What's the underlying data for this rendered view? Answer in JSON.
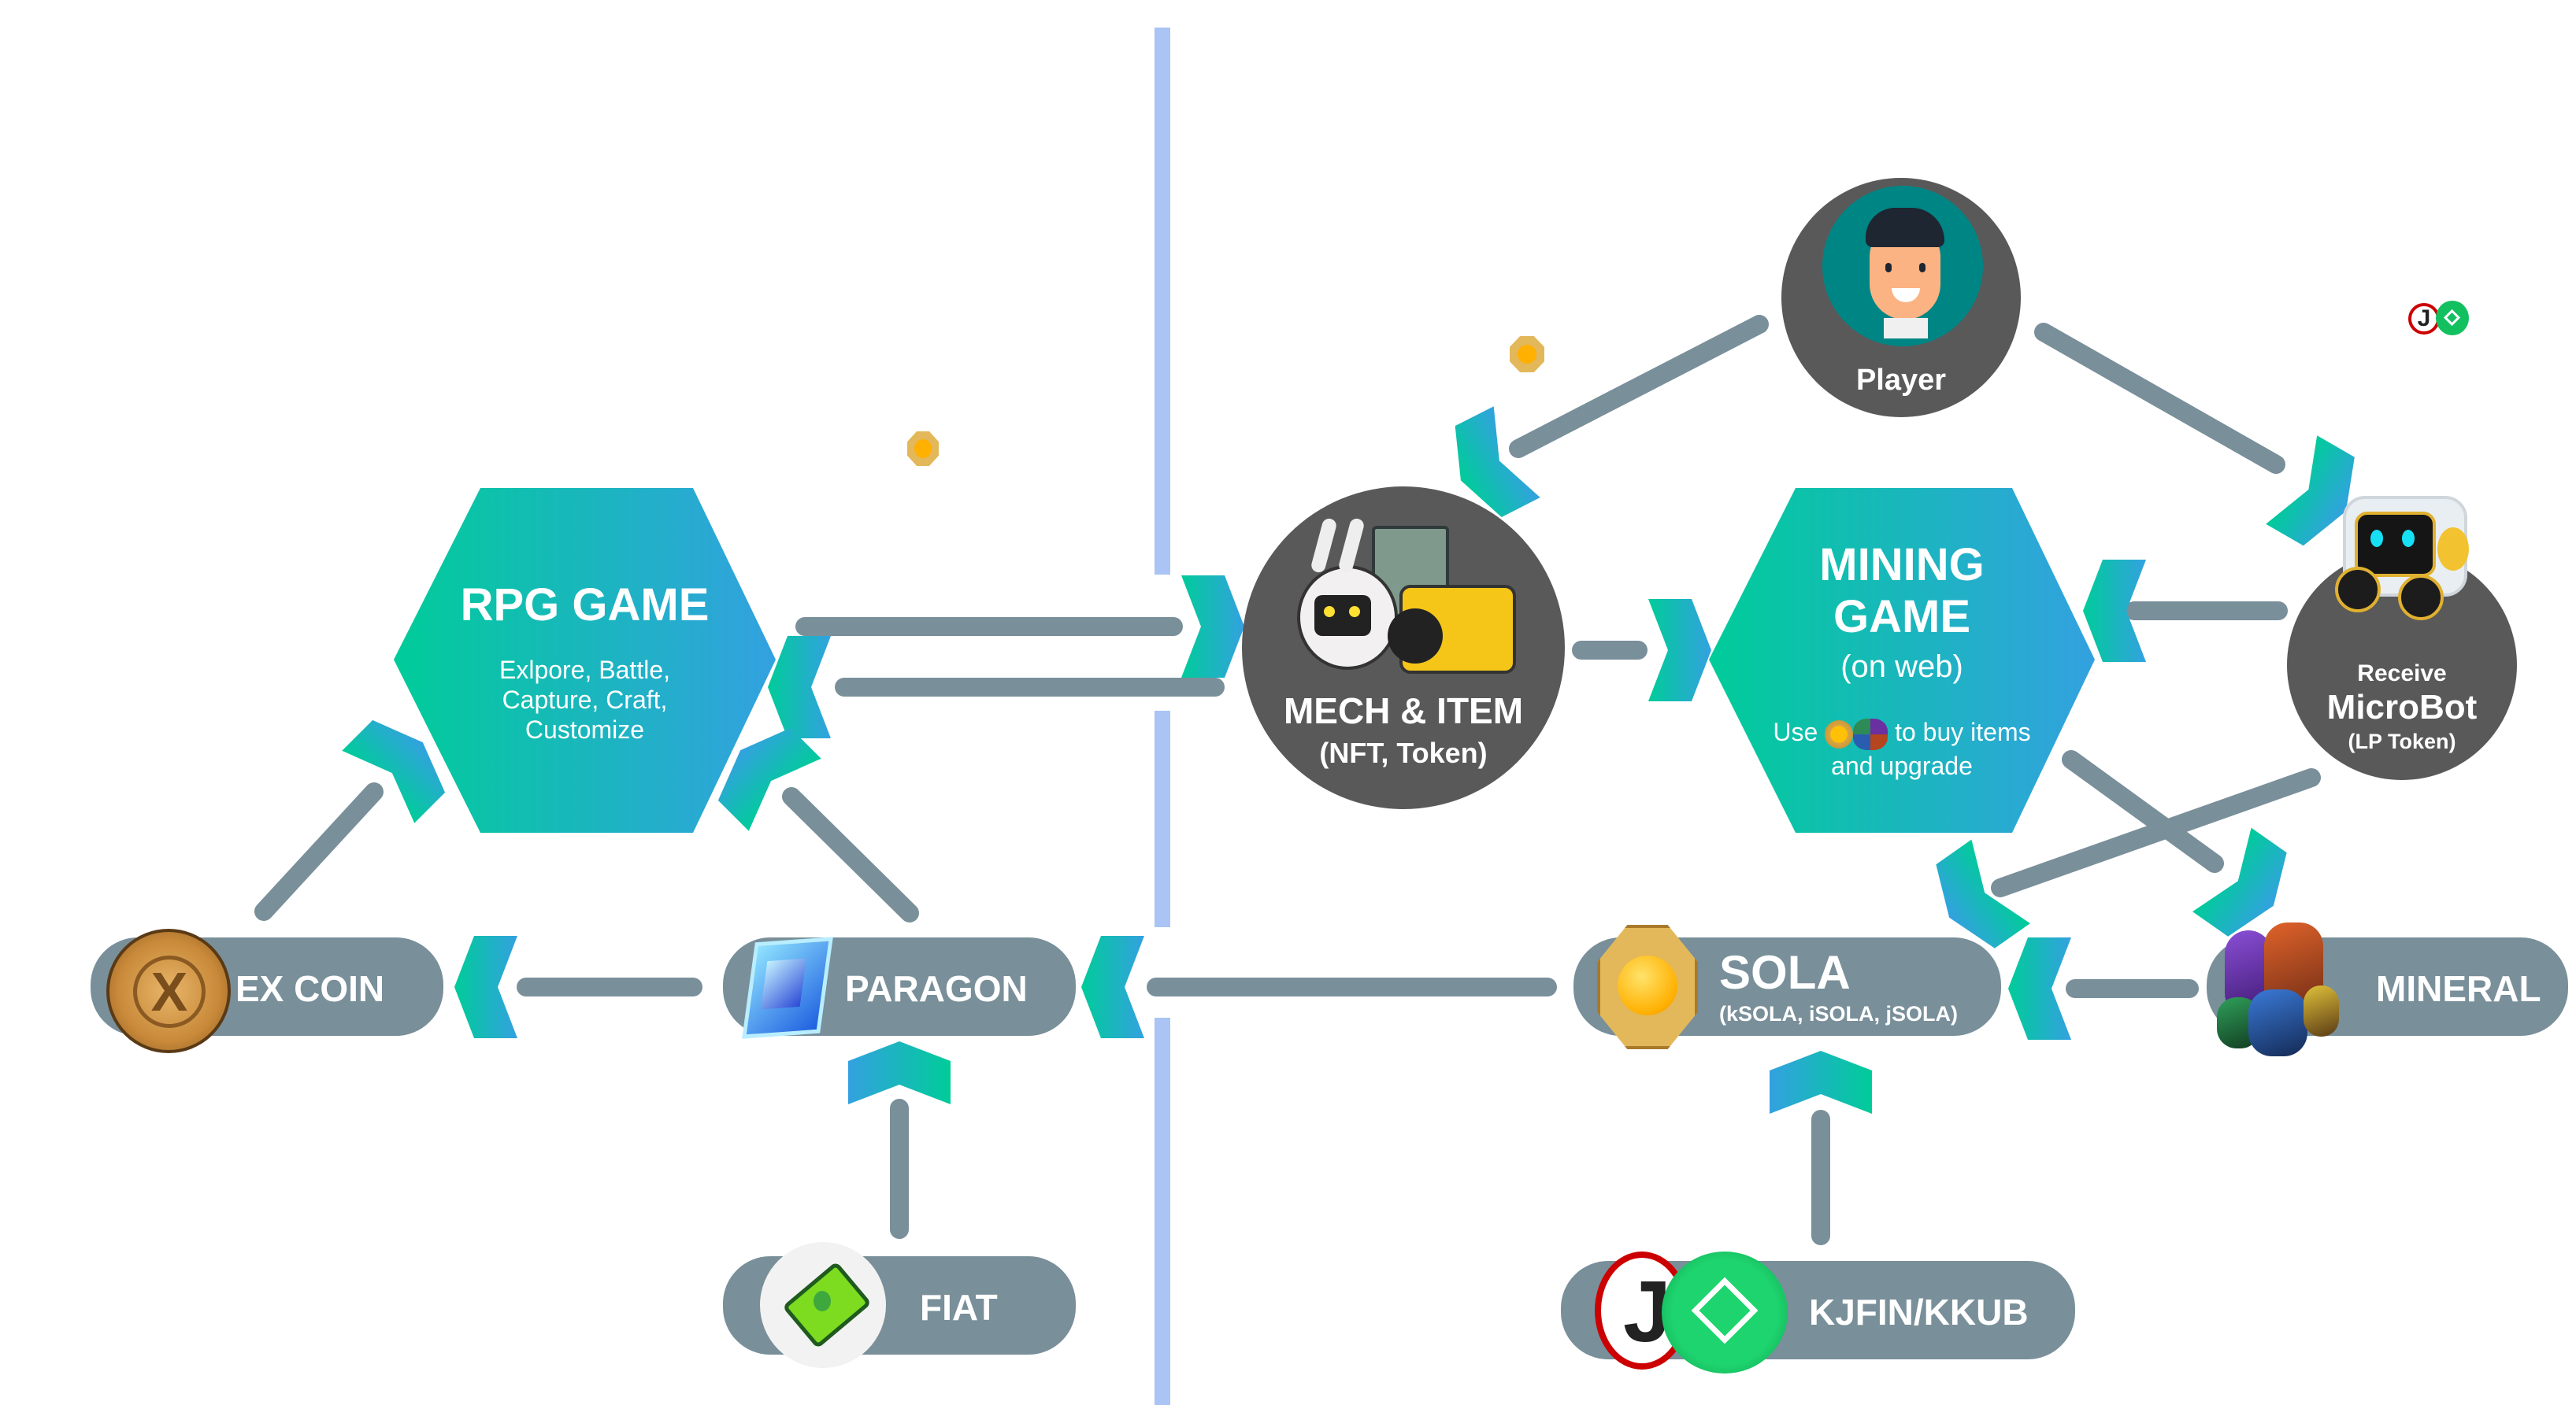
{
  "colors": {
    "connector": "#798f9a",
    "divider": "#a9c4f5",
    "gradient_start": "#00cc99",
    "gradient_end": "#33a1e0",
    "circle_fill": "#595959",
    "pill_fill": "#798f9a",
    "text": "#ffffff"
  },
  "nodes": {
    "rpg_game": {
      "title": "RPG GAME",
      "desc_lines": [
        "Exlpore, Battle,",
        "Capture, Craft,",
        "Customize"
      ]
    },
    "mech_item": {
      "title": "MECH & ITEM",
      "subtitle": "(NFT, Token)",
      "icon": "mech-robots-icon"
    },
    "mining_game": {
      "title_lines": [
        "MINING",
        "GAME"
      ],
      "subtitle": "(on web)",
      "desc_prefix": "Use",
      "desc_icons": [
        "sola-coin-icon",
        "mineral-icon"
      ],
      "desc_suffix": "to buy items",
      "desc_line2": "and upgrade"
    },
    "player": {
      "label": "Player",
      "icon": "player-avatar-icon"
    },
    "microbot": {
      "line1": "Receive",
      "line2": "MicroBot",
      "line3": "(LP Token)",
      "icon": "microbot-icon"
    },
    "ex_coin": {
      "label": "EX COIN",
      "icon": "ex-coin-icon"
    },
    "paragon": {
      "label": "PARAGON",
      "icon": "paragon-crystal-icon"
    },
    "fiat": {
      "label": "FIAT",
      "icon": "cash-icon"
    },
    "sola": {
      "label": "SOLA",
      "sublabel": "(kSOLA, iSOLA, jSOLA)",
      "icon": "sola-coin-icon"
    },
    "mineral": {
      "label": "MINERAL",
      "icon": "mineral-icon"
    },
    "kjfin_kkub": {
      "label": "KJFIN/KKUB",
      "icons": [
        "kjfin-logo-icon",
        "kkub-logo-icon"
      ]
    }
  },
  "floating_icons": [
    {
      "name": "sola-coin-icon",
      "near": "rpg-to-mech"
    },
    {
      "name": "sola-coin-icon",
      "near": "player-to-mech"
    },
    {
      "name": "kjfin-kkub-icon",
      "near": "player-to-microbot"
    }
  ],
  "edges": [
    {
      "from": "rpg_game",
      "to": "mech_item"
    },
    {
      "from": "mech_item",
      "to": "rpg_game"
    },
    {
      "from": "mech_item",
      "to": "mining_game"
    },
    {
      "from": "player",
      "to": "mech_item"
    },
    {
      "from": "player",
      "to": "microbot"
    },
    {
      "from": "microbot",
      "to": "mining_game"
    },
    {
      "from": "mining_game",
      "to": "mineral"
    },
    {
      "from": "microbot",
      "to": "sola"
    },
    {
      "from": "mineral",
      "to": "sola"
    },
    {
      "from": "sola",
      "to": "paragon"
    },
    {
      "from": "paragon",
      "to": "ex_coin"
    },
    {
      "from": "paragon",
      "to": "rpg_game"
    },
    {
      "from": "ex_coin",
      "to": "rpg_game"
    },
    {
      "from": "fiat",
      "to": "paragon"
    },
    {
      "from": "kjfin_kkub",
      "to": "sola"
    }
  ]
}
